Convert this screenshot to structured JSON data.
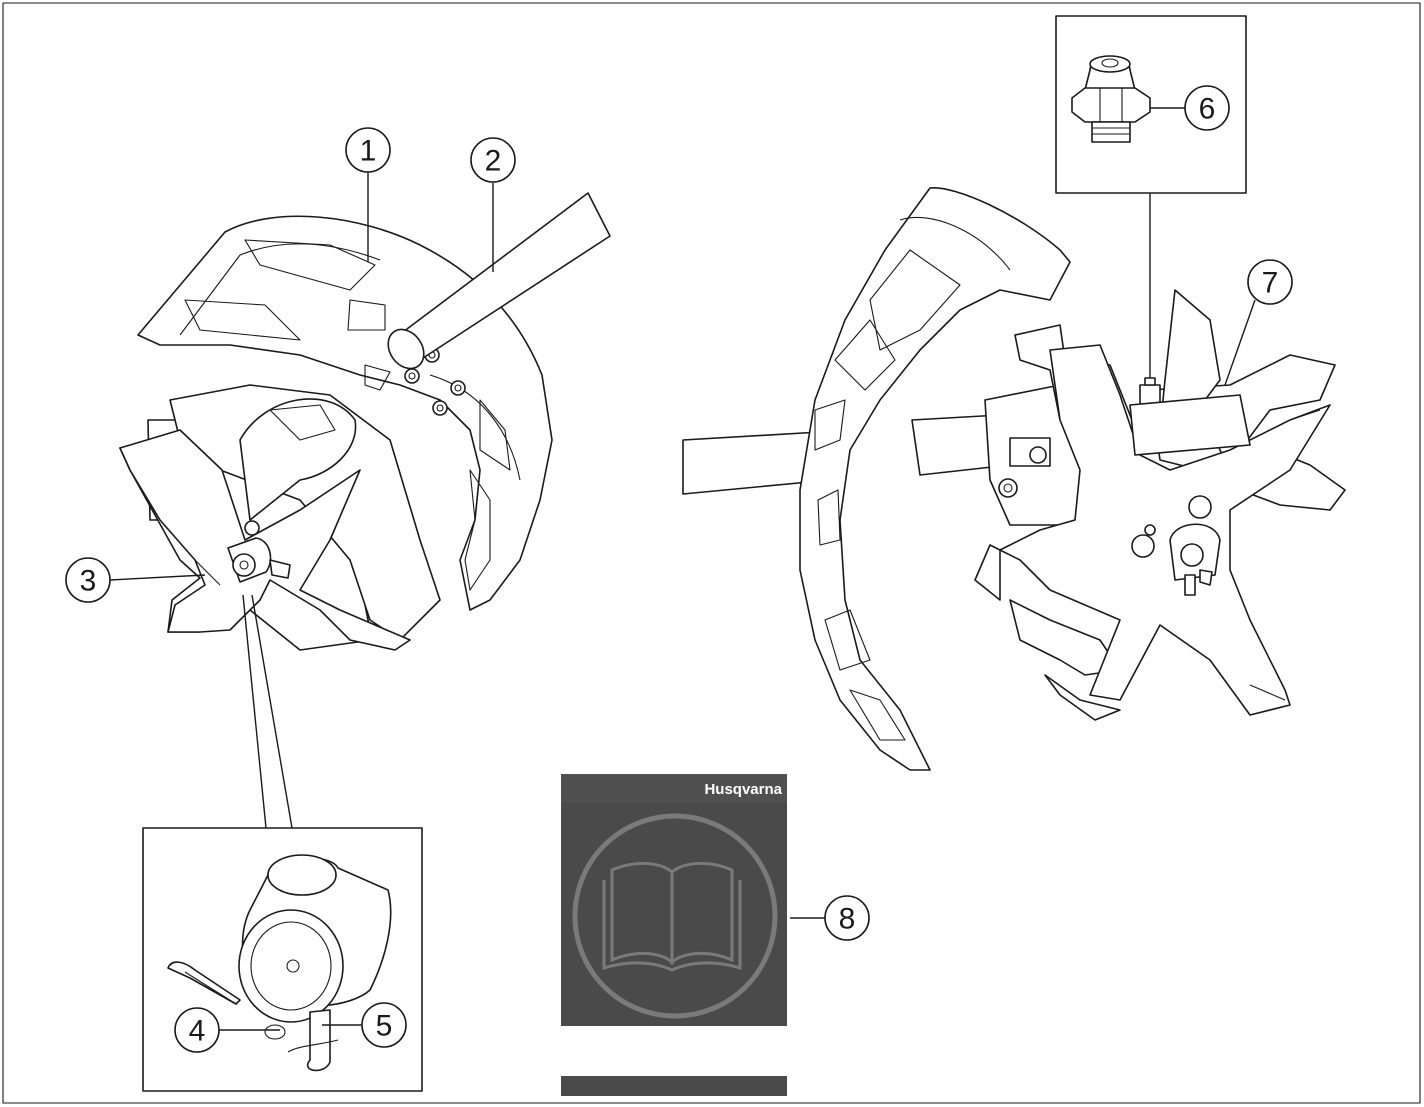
{
  "callouts": [
    "1",
    "2",
    "3",
    "4",
    "5",
    "6",
    "7",
    "8"
  ],
  "manual": {
    "brand": "Husqvarna",
    "cover_color": "#4a4a4a",
    "band_color": "#505050",
    "ring_color": "#7a7a7a"
  },
  "colors": {
    "line": "#1a1a1a",
    "background": "#ffffff"
  }
}
